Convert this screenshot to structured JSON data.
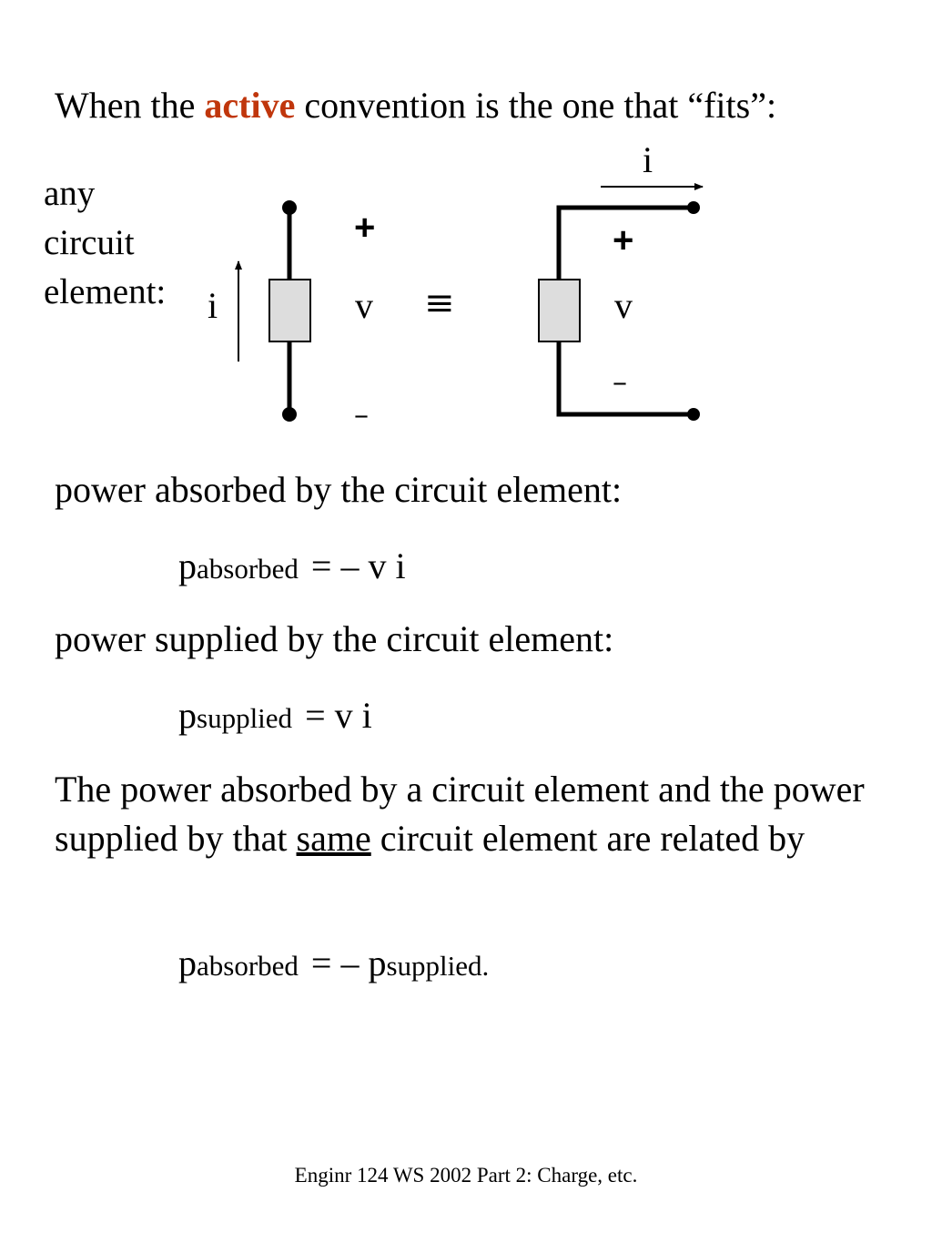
{
  "colors": {
    "accent": "#c0360c",
    "element_fill": "#dddddd"
  },
  "heading": {
    "before": "When the ",
    "accent": "active",
    "after": " convention is the one that “fits”:"
  },
  "element_label": [
    "any",
    "circuit",
    "element:"
  ],
  "diagram": {
    "left": {
      "current": "i",
      "plus": "+",
      "voltage": "v",
      "minus": "–"
    },
    "equiv_symbol": "≡",
    "right": {
      "current": "i",
      "plus": "+",
      "voltage": "v",
      "minus": "–"
    }
  },
  "absorbed_heading": "power absorbed by the circuit element:",
  "absorbed_eq": {
    "p": "p",
    "sub": "absorbed",
    "op": "=",
    "rhs": "– v i"
  },
  "supplied_heading": "power supplied by the circuit element:",
  "supplied_eq": {
    "p": "p",
    "sub": "supplied",
    "op": "=",
    "rhs": "v i"
  },
  "paragraph": {
    "before": "The power absorbed by a circuit element and the power supplied by that ",
    "underlined": "same",
    "after": " circuit element are related by"
  },
  "relation_eq": {
    "p": "p",
    "sub": "absorbed",
    "op": "=",
    "rhs_prefix": "– ",
    "p2": "p",
    "sub2": "supplied."
  },
  "footer": "Enginr 124 WS 2002  Part 2: Charge, etc."
}
